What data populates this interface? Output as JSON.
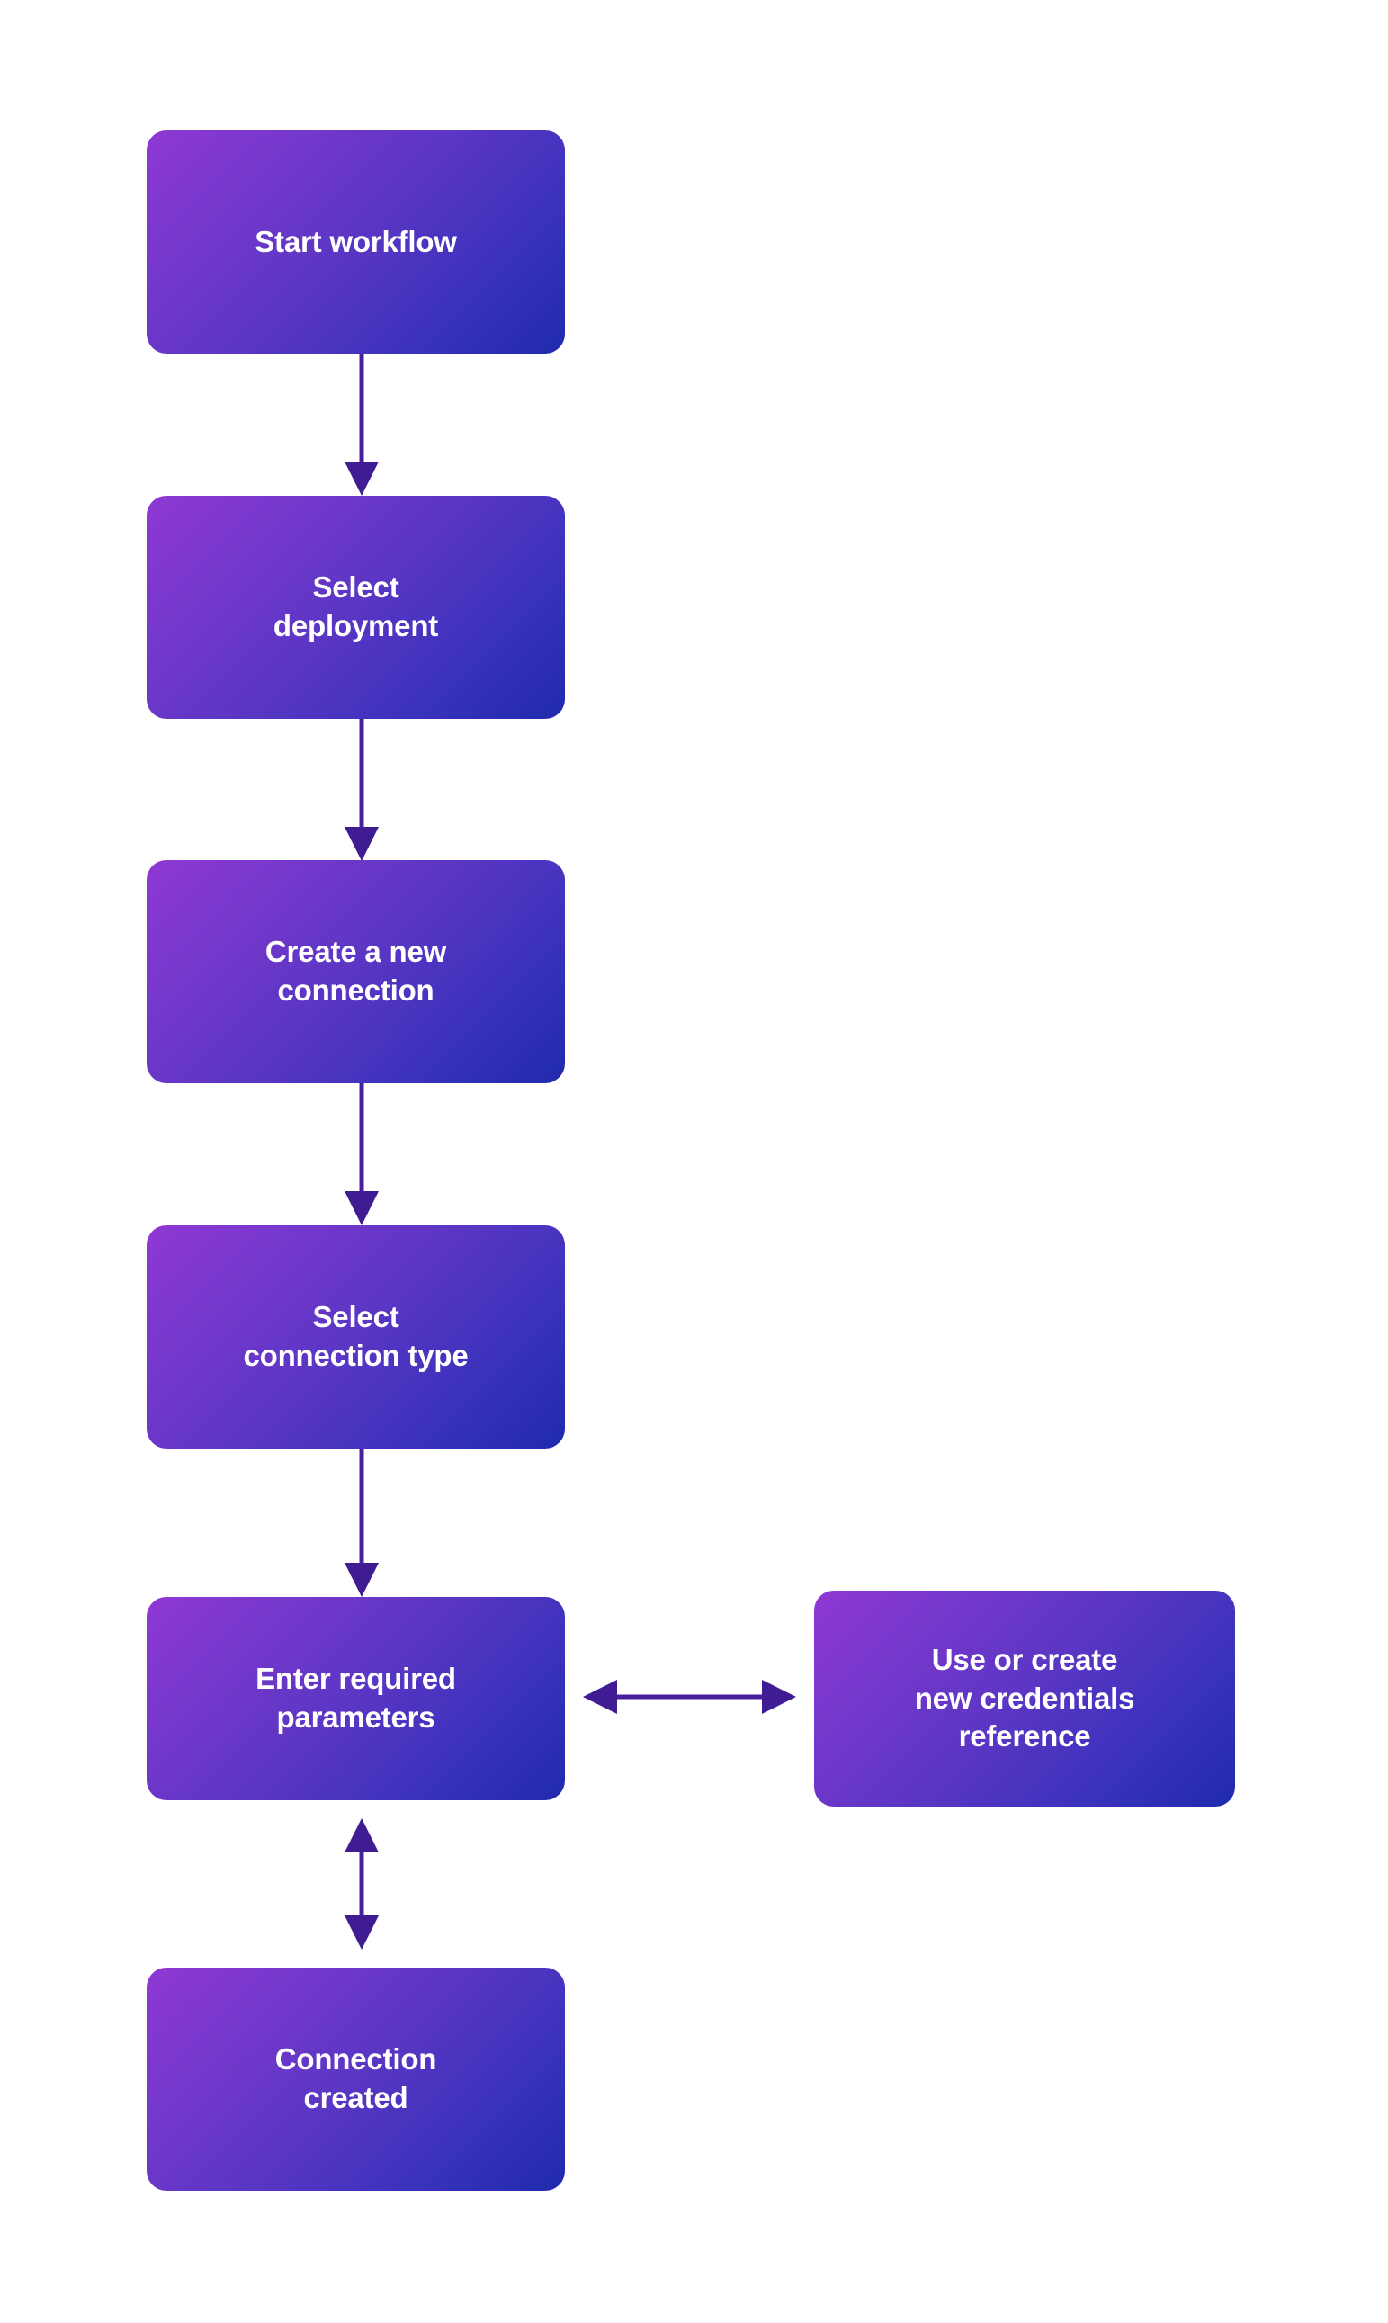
{
  "diagram": {
    "type": "flowchart",
    "orientation": "vertical",
    "background_color": "#ffffff",
    "node_gradient_from": "#9038D4",
    "node_gradient_to": "#1F2AAE",
    "node_text_color": "#ffffff",
    "arrow_color": "#4A1F9E",
    "nodes": [
      {
        "id": "start",
        "label": "Start workflow"
      },
      {
        "id": "select-dep",
        "label": "Select\ndeployment"
      },
      {
        "id": "create-conn",
        "label": "Create a new\nconnection"
      },
      {
        "id": "select-type",
        "label": "Select\nconnection type"
      },
      {
        "id": "enter-params",
        "label": "Enter required\nparameters"
      },
      {
        "id": "credentials",
        "label": "Use or create\nnew credentials\nreference"
      },
      {
        "id": "conn-created",
        "label": "Connection\ncreated"
      }
    ],
    "edges": [
      {
        "from": "start",
        "to": "select-dep",
        "direction": "down",
        "arrowheads": "end"
      },
      {
        "from": "select-dep",
        "to": "create-conn",
        "direction": "down",
        "arrowheads": "end"
      },
      {
        "from": "create-conn",
        "to": "select-type",
        "direction": "down",
        "arrowheads": "end"
      },
      {
        "from": "select-type",
        "to": "enter-params",
        "direction": "down",
        "arrowheads": "end"
      },
      {
        "from": "enter-params",
        "to": "credentials",
        "direction": "right",
        "arrowheads": "both"
      },
      {
        "from": "enter-params",
        "to": "conn-created",
        "direction": "vertical",
        "arrowheads": "both"
      }
    ]
  }
}
